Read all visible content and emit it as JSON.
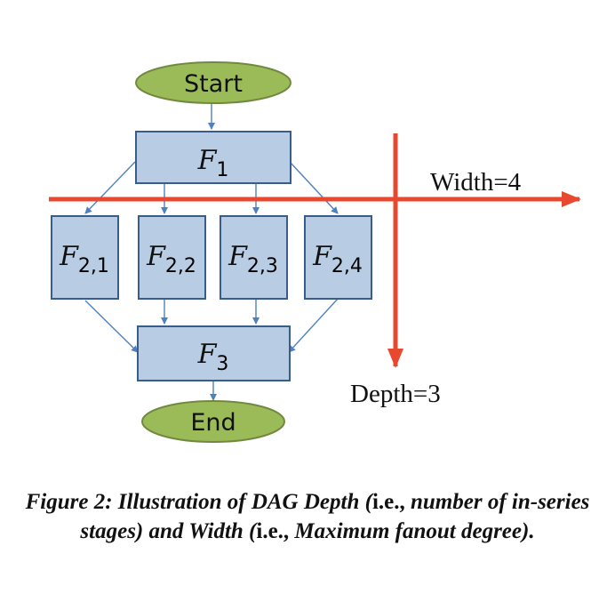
{
  "colors": {
    "oval_fill": "#9bbb59",
    "oval_stroke": "#71893f",
    "box_fill": "#b8cce4",
    "box_stroke": "#385d8a",
    "connector": "#4f81bd",
    "axis_arrow": "#e8482f"
  },
  "nodes": {
    "start": "Start",
    "end": "End",
    "f1": {
      "base": "F",
      "sub": "1"
    },
    "f21": {
      "base": "F",
      "sub": "2,1"
    },
    "f22": {
      "base": "F",
      "sub": "2,2"
    },
    "f23": {
      "base": "F",
      "sub": "2,3"
    },
    "f24": {
      "base": "F",
      "sub": "2,4"
    },
    "f3": {
      "base": "F",
      "sub": "3"
    }
  },
  "annotations": {
    "width": "Width=4",
    "depth": "Depth=3"
  },
  "caption": {
    "part1": "Figure 2: Illustration of DAG Depth (",
    "part2": "i.e.,",
    "part3": " number of in-series stages) and Width (",
    "part4": "i.e.,",
    "part5": " Maximum fanout degree)."
  }
}
